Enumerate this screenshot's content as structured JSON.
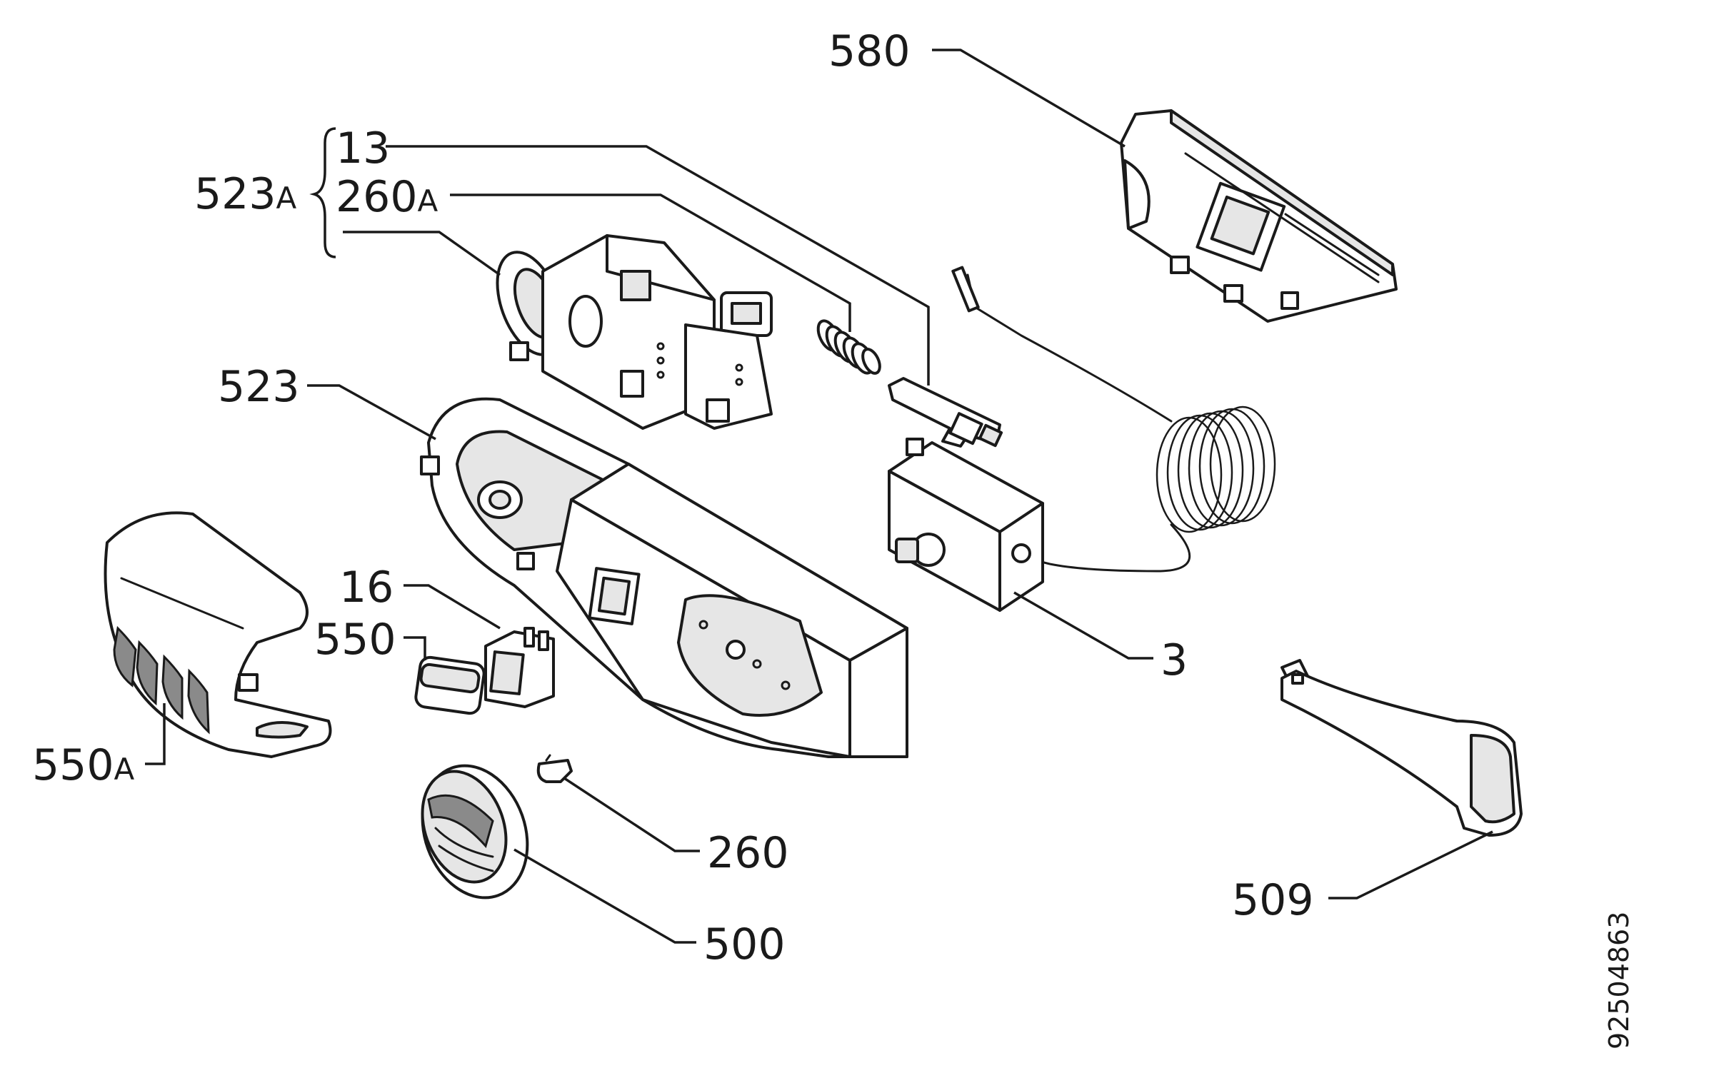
{
  "diagram": {
    "drawing_number": "92504863",
    "labels": {
      "p580": "580",
      "p13": "13",
      "p260a_num": "260",
      "p260a_suffix": "A",
      "p523a_num": "523",
      "p523a_suffix": "A",
      "p523": "523",
      "p16": "16",
      "p550": "550",
      "p550a_num": "550",
      "p550a_suffix": "A",
      "p3": "3",
      "p260": "260",
      "p500": "500",
      "p509": "509"
    }
  }
}
